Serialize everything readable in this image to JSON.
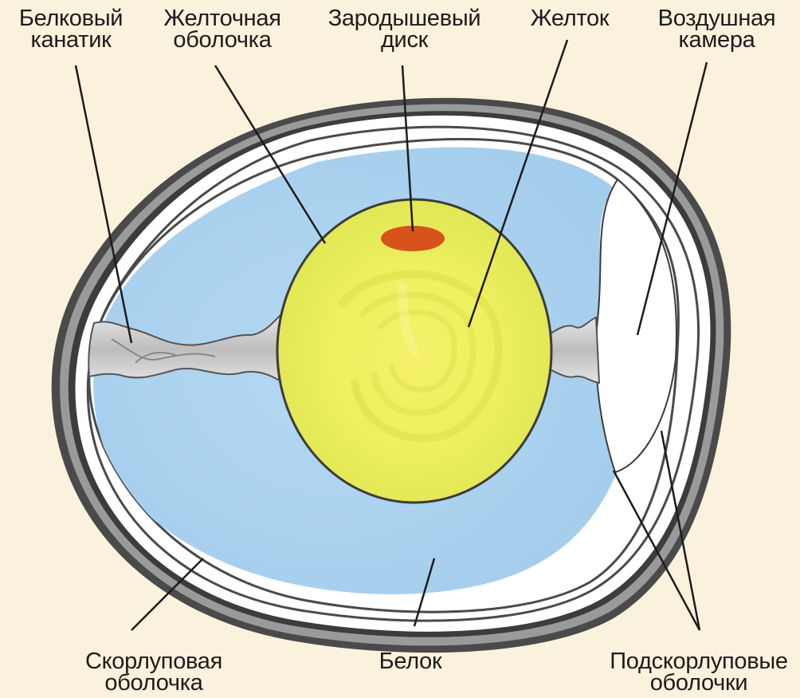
{
  "diagram": {
    "labels": {
      "chalaza": [
        "Белковый",
        "канатик"
      ],
      "vitelline_membrane": [
        "Желточная",
        "оболочка"
      ],
      "germinal_disc": [
        "Зародышевый",
        "диск"
      ],
      "yolk": [
        "Желток"
      ],
      "air_cell": [
        "Воздушная",
        "камера"
      ],
      "shell": [
        "Скорлуповая",
        "оболочка"
      ],
      "albumen": [
        "Белок"
      ],
      "shell_membranes": [
        "Подскорлуповые",
        "оболочки"
      ]
    },
    "colors": {
      "background": "#fbf2dd",
      "shell": "#8f8f8f",
      "albumen": "#a9d2ef",
      "yolk": "#e6ec55",
      "germinal_disc": "#d6531c",
      "air_cell": "#ffffff",
      "chalaza": "#c8c8c8"
    }
  }
}
